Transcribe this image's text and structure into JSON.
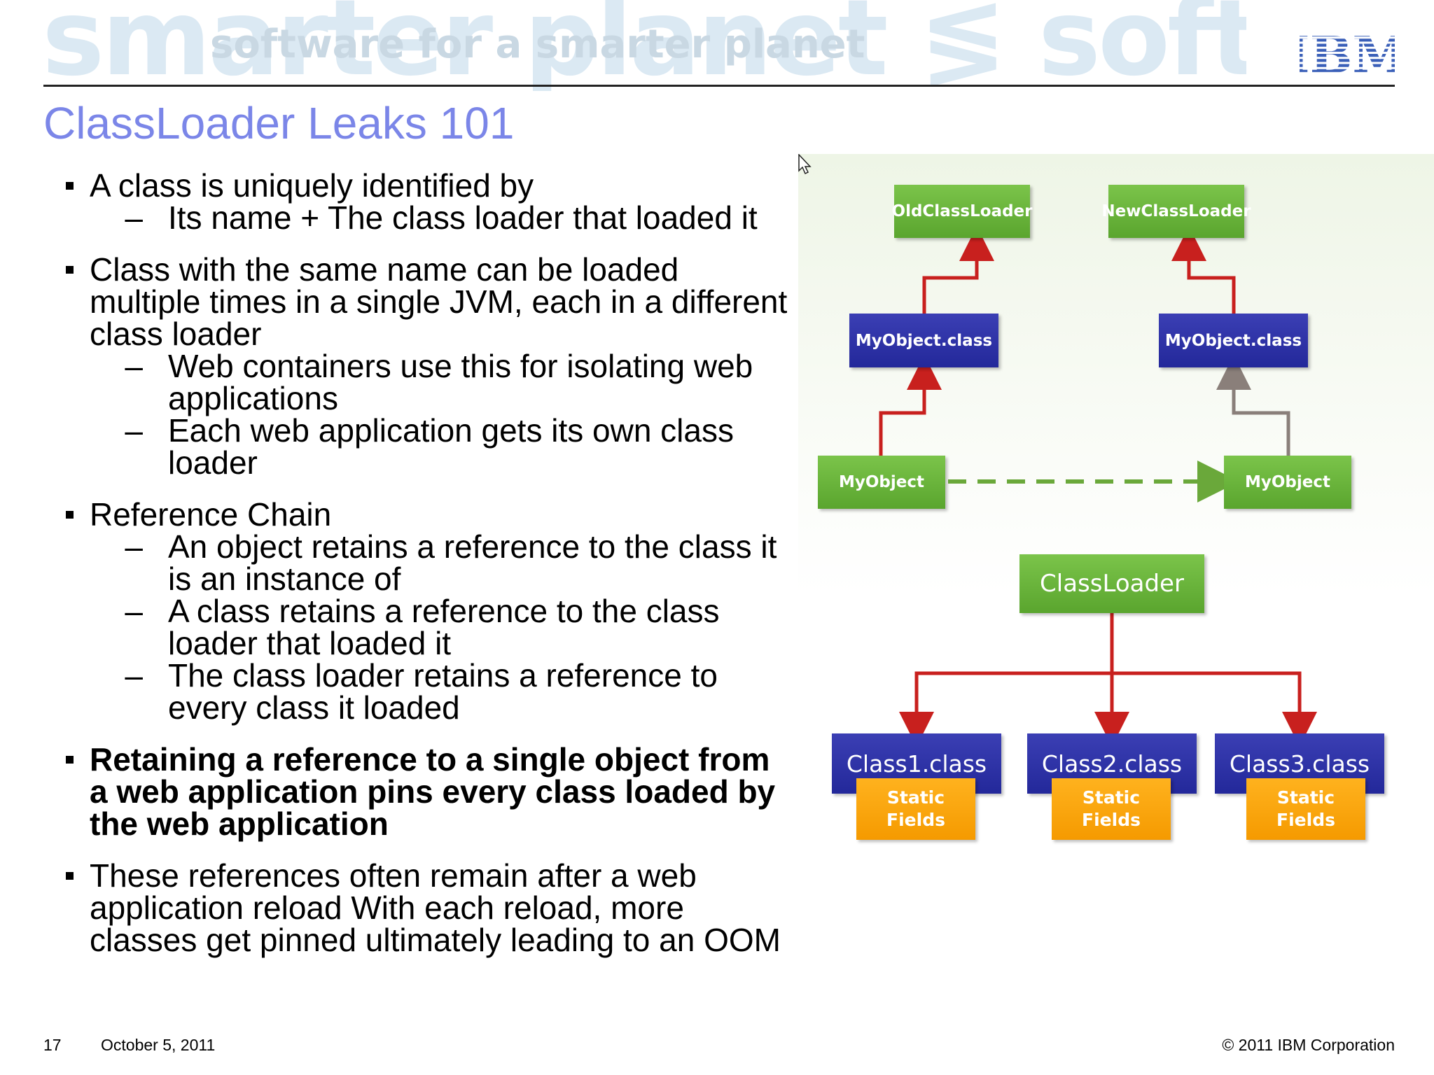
{
  "banner": {
    "watermark_big": "smarter planet ≶ soft",
    "watermark_sub": "software for a smarter planet",
    "logo_text": "IBM"
  },
  "slide": {
    "title": "ClassLoader Leaks 101",
    "bullets": [
      {
        "text": "A class is uniquely identified by",
        "bold": false,
        "subs": [
          "Its name + The class loader that loaded it"
        ]
      },
      {
        "text": "Class with the same name can be loaded multiple times in a single JVM, each in a different class loader",
        "bold": false,
        "subs": [
          "Web containers use this for isolating web applications",
          "Each web application gets its own class loader"
        ]
      },
      {
        "text": "Reference Chain",
        "bold": false,
        "subs": [
          "An object retains a reference to the class it is an instance of",
          "A class retains a reference to the class loader that loaded it",
          "The class loader retains a reference to every class it loaded"
        ]
      },
      {
        "text": "Retaining a reference to a single object from a web application pins every class loaded by the web application",
        "bold": true,
        "subs": []
      },
      {
        "text": "These references often remain after a web application reload With each reload, more classes get pinned ultimately leading to an OOM",
        "bold": false,
        "subs": []
      }
    ]
  },
  "diagram": {
    "old_loader": "OldClassLoader",
    "new_loader": "NewClassLoader",
    "old_class": "MyObject.class",
    "new_class": "MyObject.class",
    "old_object": "MyObject",
    "new_object": "MyObject",
    "classloader": "ClassLoader",
    "classes": [
      {
        "name": "Class1.class",
        "fields_line1": "Static",
        "fields_line2": "Fields"
      },
      {
        "name": "Class2.class",
        "fields_line1": "Static",
        "fields_line2": "Fields"
      },
      {
        "name": "Class3.class",
        "fields_line1": "Static",
        "fields_line2": "Fields"
      }
    ],
    "colors": {
      "green": "#6ab83b",
      "blue": "#2a2fa5",
      "orange": "#ffa500",
      "arrow_red": "#c8201e",
      "arrow_gray": "#8a7f7a",
      "dashed_green": "#6aa83a"
    }
  },
  "footer": {
    "page_number": "17",
    "date": "October 5, 2011",
    "copyright": "© 2011 IBM Corporation"
  }
}
